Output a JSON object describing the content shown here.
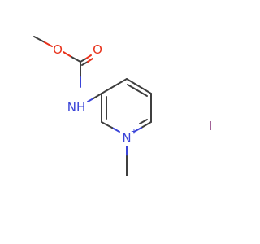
{
  "molecule": {
    "atoms": {
      "o_ether": "O",
      "o_carbonyl": "O",
      "nh": "NH",
      "n_ring": "N",
      "n_charge": "+",
      "iodide": "I",
      "iodide_charge": "-"
    }
  }
}
